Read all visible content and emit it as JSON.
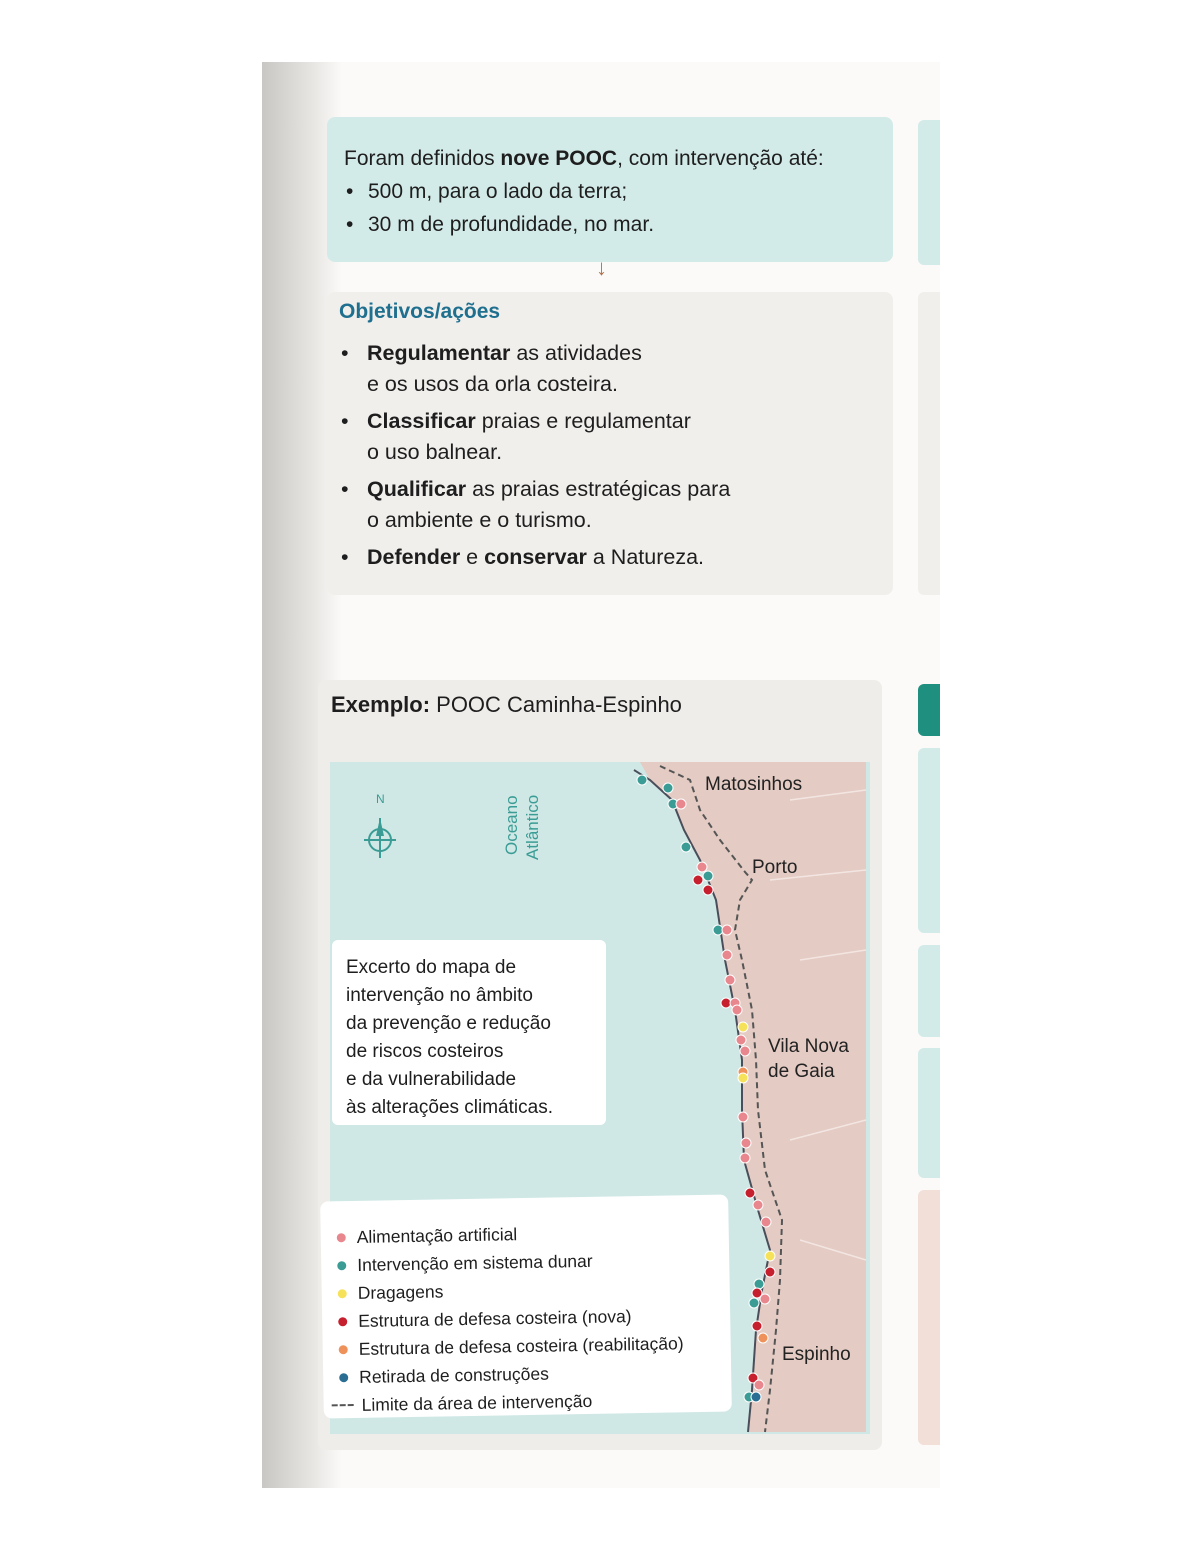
{
  "intro": {
    "text_before": "Foram definidos ",
    "text_bold": "nove POOC",
    "text_after": ", com intervenção até:",
    "bullets": [
      "500 m, para o lado da terra;",
      "30 m de profundidade, no mar."
    ]
  },
  "objectives": {
    "title": "Objetivos/ações",
    "items": [
      {
        "bold": "Regulamentar",
        "rest": " as atividades",
        "line2": "e os usos da orla costeira."
      },
      {
        "bold": "Classificar",
        "rest": " praias e regulamentar",
        "line2": "o uso balnear."
      },
      {
        "bold": "Qualificar",
        "rest": " as praias estratégicas para",
        "line2": "o ambiente e o turismo."
      },
      {
        "bold": "Defender",
        "mid": " e ",
        "bold2": "conservar",
        "rest": " a Natureza."
      }
    ]
  },
  "example": {
    "label": "Exemplo:",
    "title": " POOC Caminha-Espinho",
    "north": "N",
    "ocean": [
      "Oceano",
      "Atlântico"
    ],
    "places": [
      "Matosinhos",
      "Porto",
      "Vila Nova",
      "de Gaia",
      "Espinho"
    ],
    "description": "Excerto do mapa de\nintervenção no âmbito\nda prevenção e redução\nde riscos costeiros\ne da vulnerabilidade\nàs alterações climáticas.",
    "legend": [
      {
        "label": "Alimentação artificial",
        "color": "#e8878d"
      },
      {
        "label": "Intervenção em sistema dunar",
        "color": "#3a9c95"
      },
      {
        "label": "Dragagens",
        "color": "#f6e25a"
      },
      {
        "label": "Estrutura de defesa costeira (nova)",
        "color": "#c61f2e"
      },
      {
        "label": "Estrutura de defesa costeira (reabilitação)",
        "color": "#ee915a"
      },
      {
        "label": "Retirada de construções",
        "color": "#2a6f93"
      }
    ],
    "legend_boundary": "Limite da área de intervenção"
  },
  "colors": {
    "sea": "#cfe8e5",
    "land": "#e4cbc3",
    "accent": "#1f6f8f",
    "teal_box": "#d3ebe8"
  }
}
